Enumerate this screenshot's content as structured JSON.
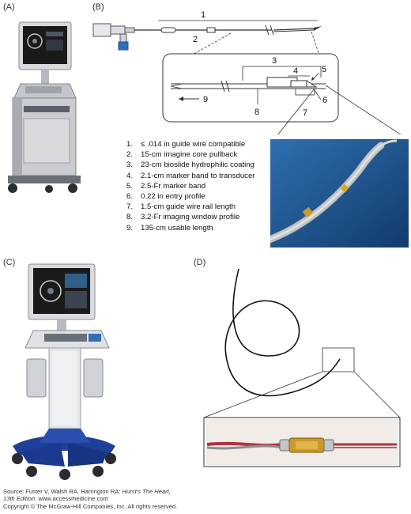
{
  "panels": {
    "a": "(A)",
    "b": "(B)",
    "c": "(C)",
    "d": "(D)"
  },
  "diagram_numbers": [
    "1",
    "2",
    "3",
    "4",
    "5",
    "6",
    "7",
    "8",
    "9"
  ],
  "legend": [
    {
      "num": "1.",
      "text": "≤ .014 in guide wire compatible"
    },
    {
      "num": "2.",
      "text": "15-cm imagine core pullback"
    },
    {
      "num": "3.",
      "text": "23-cm bioslide hydrophilic coating"
    },
    {
      "num": "4.",
      "text": "2.1-cm marker band to transducer"
    },
    {
      "num": "5.",
      "text": "2.5-Fr marker band"
    },
    {
      "num": "6.",
      "text": "0.22 in entry profile"
    },
    {
      "num": "7.",
      "text": "1.5-cm guide wire rail length"
    },
    {
      "num": "8.",
      "text": "3.2-Fr imaging window profile"
    },
    {
      "num": "9.",
      "text": "135-cm usable length"
    }
  ],
  "footer": {
    "source_prefix": "Source: Fuster V, Walsh RA, Harrington RA: ",
    "book_title": "Hurst's The Heart,",
    "edition": "13th Edition",
    "site": ": www.accessmedicine.com",
    "copyright": "Copyright © The McGraw-Hill Companies, Inc. All rights reserved."
  },
  "colors": {
    "device_blue": "#1e3f9a",
    "device_gray": "#c9ccd0",
    "screen_dark": "#1a1a1a",
    "photo_bg": "#1d4f8a",
    "catheter_gold": "#c99a2a",
    "catheter_red": "#b3323c"
  }
}
